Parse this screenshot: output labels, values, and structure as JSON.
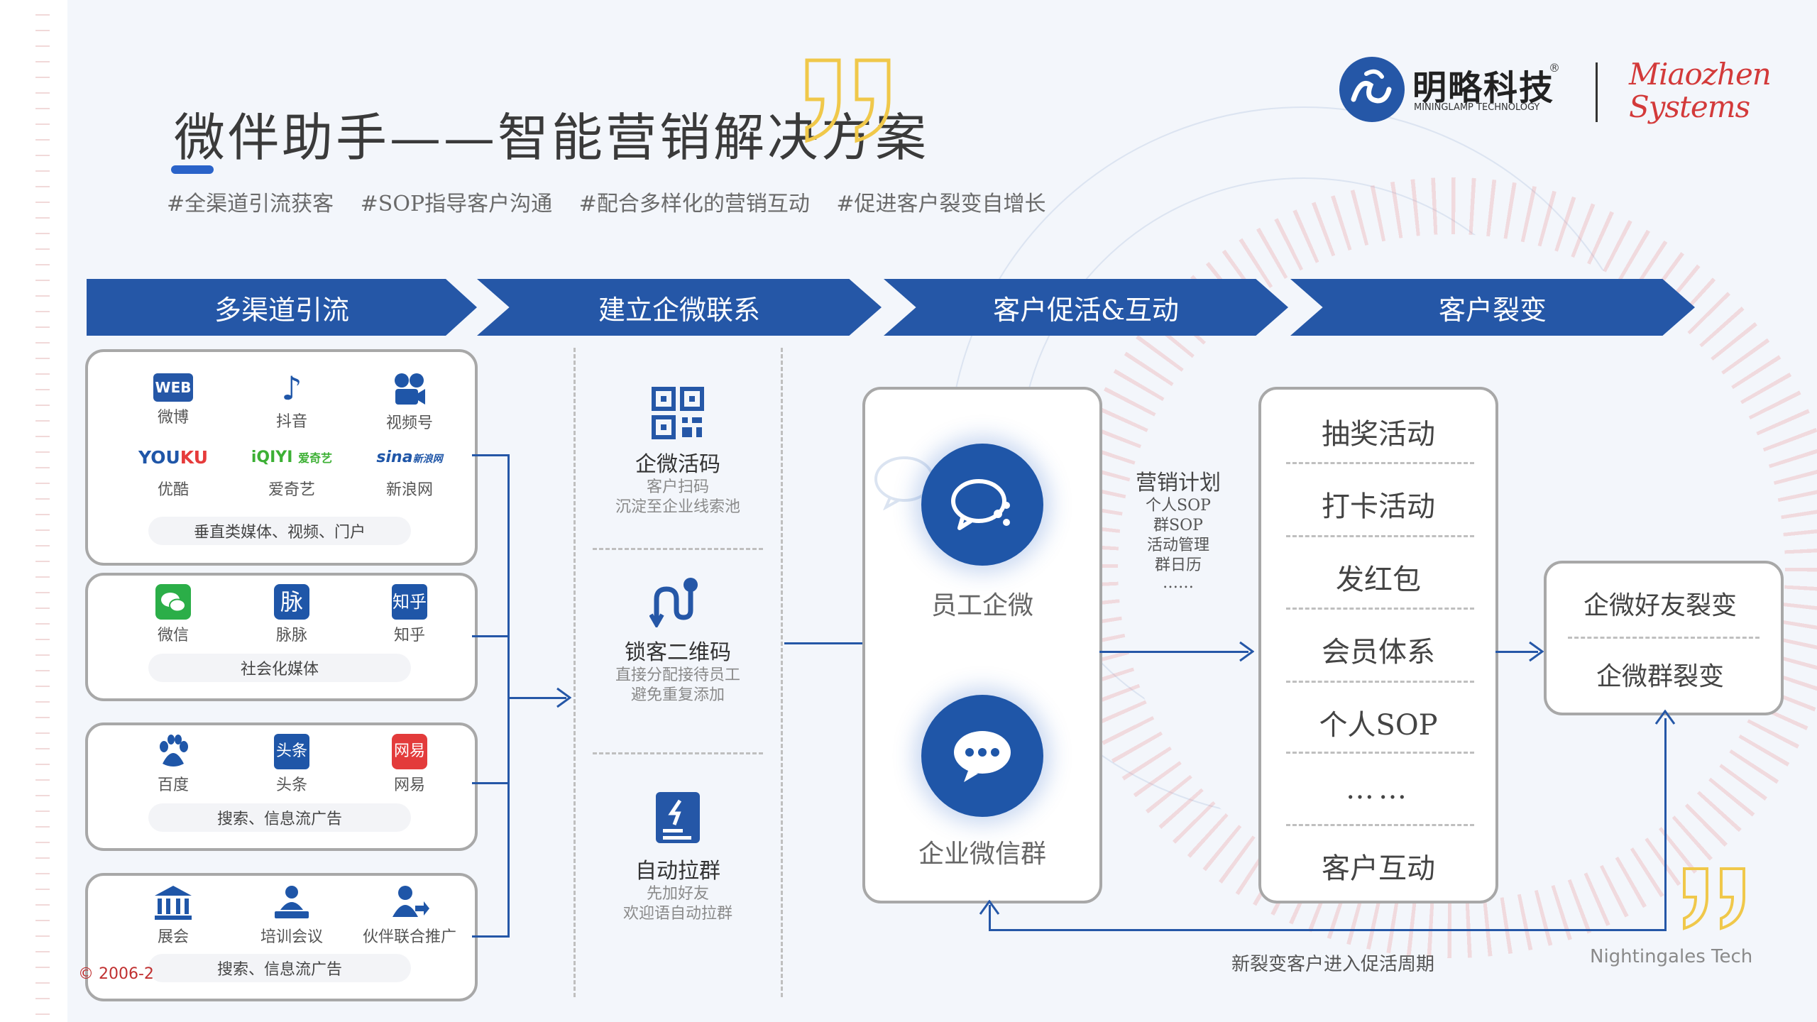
{
  "slide": {
    "title": "微伴助手——智能营销解决方案",
    "tags": "#全渠道引流获客 #SOP指导客户沟通 #配合多样化的营销互动 #促进客户裂变自增长",
    "copyright": "© 2006-2"
  },
  "brand": {
    "cn_name": "明略科技",
    "en_name": "MININGLAMP TECHNOLOGY",
    "reg_mark": "®",
    "logo2_line1": "Miaozhen",
    "logo2_line2": "Systems",
    "footer_brand": "Nightingales Tech"
  },
  "colors": {
    "primary": "#2557a7",
    "accent": "#f0c84a",
    "miaozhen": "#d33a3a"
  },
  "stages": [
    "多渠道引流",
    "建立企微联系",
    "客户促活&互动",
    "客户裂变"
  ],
  "channels": [
    {
      "items": [
        {
          "icon": "web-icon",
          "label": "微博"
        },
        {
          "icon": "douyin-icon",
          "label": "抖音"
        },
        {
          "icon": "video-channel-icon",
          "label": "视频号"
        },
        {
          "icon": "youku-icon",
          "label": "优酷"
        },
        {
          "icon": "iqiyi-icon",
          "label": "爱奇艺"
        },
        {
          "icon": "sina-icon",
          "label": "新浪网"
        }
      ],
      "caption": "垂直类媒体、视频、门户"
    },
    {
      "items": [
        {
          "icon": "wechat-icon",
          "label": "微信"
        },
        {
          "icon": "maimai-icon",
          "label": "脉脉"
        },
        {
          "icon": "zhihu-icon",
          "label": "知乎"
        }
      ],
      "caption": "社会化媒体"
    },
    {
      "items": [
        {
          "icon": "baidu-icon",
          "label": "百度"
        },
        {
          "icon": "toutiao-icon",
          "label": "头条"
        },
        {
          "icon": "netease-icon",
          "label": "网易"
        }
      ],
      "caption": "搜索、信息流广告"
    },
    {
      "items": [
        {
          "icon": "exhibition-icon",
          "label": "展会"
        },
        {
          "icon": "training-icon",
          "label": "培训会议"
        },
        {
          "icon": "partner-icon",
          "label": "伙伴联合推广"
        }
      ],
      "caption": "搜索、信息流广告"
    }
  ],
  "contact_methods": [
    {
      "icon": "qr-code-icon",
      "title": "企微活码",
      "lines": [
        "客户扫码",
        "沉淀至企业线索池"
      ]
    },
    {
      "icon": "lock-qr-icon",
      "title": "锁客二维码",
      "lines": [
        "直接分配接待员工",
        "避免重复添加"
      ]
    },
    {
      "icon": "auto-group-icon",
      "title": "自动拉群",
      "lines": [
        "先加好友",
        "欢迎语自动拉群"
      ]
    }
  ],
  "engagement": {
    "employee_label": "员工企微",
    "group_label": "企业微信群",
    "plan_title": "营销计划",
    "plan_items": [
      "个人SOP",
      "群SOP",
      "活动管理",
      "群日历",
      "……"
    ]
  },
  "activities": [
    "抽奖活动",
    "打卡活动",
    "发红包",
    "会员体系",
    "个人SOP",
    "……",
    "客户互动"
  ],
  "fission": [
    "企微好友裂变",
    "企微群裂变"
  ],
  "loop_label": "新裂变客户进入促活周期"
}
